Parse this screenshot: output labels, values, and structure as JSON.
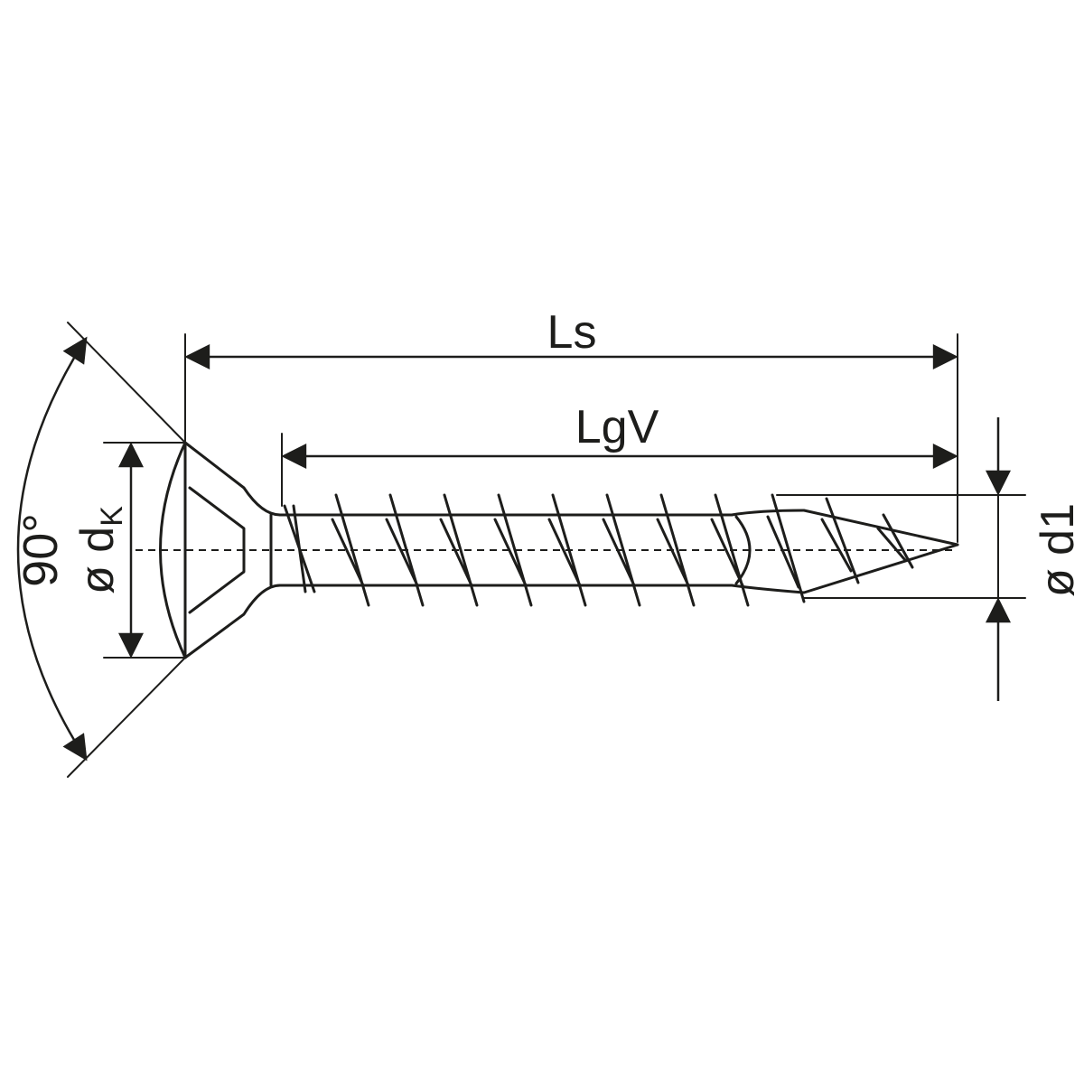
{
  "labels": {
    "overall_length": "Ls",
    "thread_length": "LgV",
    "head_angle": "90°",
    "head_diameter_symbol": "ø",
    "head_diameter_var": "d",
    "head_diameter_sub": "K",
    "thread_diameter": "ø d1"
  },
  "colors": {
    "line": "#1d1d1b",
    "background": "#ffffff"
  }
}
